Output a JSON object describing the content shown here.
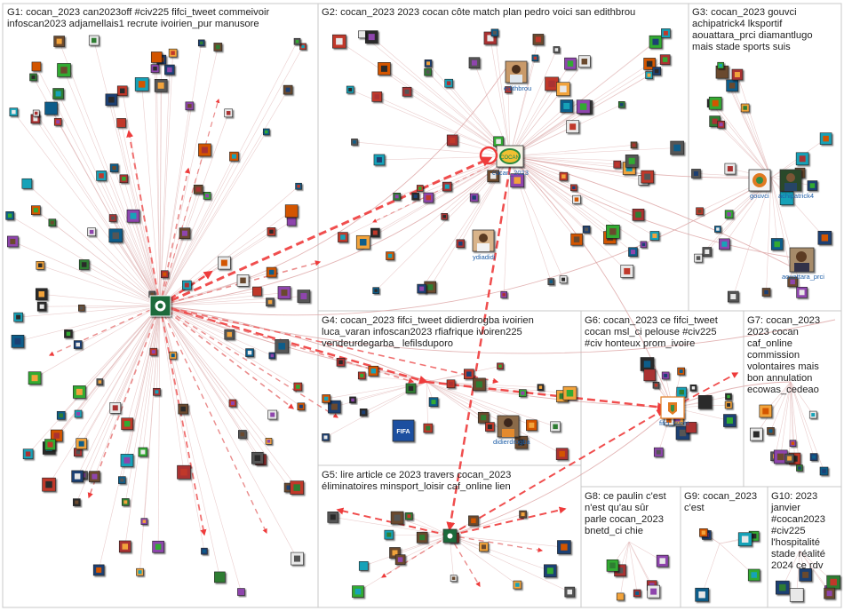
{
  "groups": [
    {
      "id": "G1",
      "lines": [
        "G1: cocan_2023 can2023off #civ225 fifci_tweet commeivoir",
        "infoscan2023 adjamellais1 recrute ivoirien_pur manusore"
      ]
    },
    {
      "id": "G2",
      "lines": [
        "G2: cocan_2023 2023 cocan côte match plan pedro voici san edithbrou"
      ]
    },
    {
      "id": "G3",
      "lines": [
        "G3: cocan_2023 gouvci",
        "achipatrick4 lksportif",
        "aouattara_prci diamantlugo",
        "mais stade sports suis"
      ]
    },
    {
      "id": "G4",
      "lines": [
        "G4: cocan_2023 fifci_tweet didierdrogba ivoirien",
        "luca_varan infoscan2023 rfiafrique ivoiren225",
        "vendeurdegarba_ lefilsduporo"
      ]
    },
    {
      "id": "G5",
      "lines": [
        "G5: lire article ce 2023 travers cocan_2023",
        "éliminatoires minsport_loisir caf_online lien"
      ]
    },
    {
      "id": "G6",
      "lines": [
        "G6: cocan_2023 ce fifci_tweet",
        "cocan msl_ci pelouse #civ225",
        "#civ honteux prom_ivoire"
      ]
    },
    {
      "id": "G7",
      "lines": [
        "G7: cocan_2023",
        "2023 cocan",
        "caf_online",
        "commission",
        "volontaires mais",
        "bon annulation",
        "ecowas_cedeao"
      ]
    },
    {
      "id": "G8",
      "lines": [
        "G8: ce paulin c'est",
        "n'est qu'au sûr",
        "parle cocan_2023",
        "bnetd_ci chie"
      ]
    },
    {
      "id": "G9",
      "lines": [
        "G9: cocan_2023",
        "c'est"
      ]
    },
    {
      "id": "G10",
      "lines": [
        "G10: 2023",
        "janvier",
        "#cocan2023",
        "#civ225",
        "l'hospitalité",
        "stade réalité",
        "2024 ce rdv"
      ]
    }
  ],
  "named_nodes": {
    "edithbrou": "edithbrou",
    "cocan_2023": "cocan_2023",
    "ydiadidi": "ydiadidi",
    "gouvci": "gouvci",
    "achipatrick4": "achipatrick4",
    "aouattara_prci": "aouattara_prci",
    "didierdrogba": "didierdrogba",
    "fifci_tweet": "fifci_tweet",
    "fifa_logo": "FIFA"
  },
  "colors": {
    "edge": "#e3bcbc",
    "edge_strong": "#ee3b3b",
    "edge_medium": "#e88080",
    "group_border": "#c8c8c8",
    "node_label": "#1f5fa8"
  }
}
